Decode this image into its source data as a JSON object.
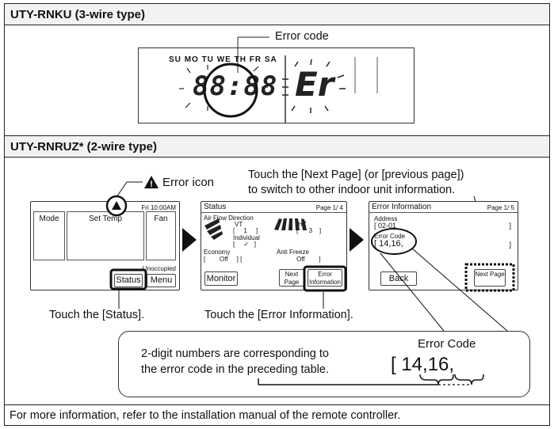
{
  "section1": {
    "title": "UTY-RNKU (3-wire type)",
    "error_code_label": "Error code",
    "days": [
      "SU",
      "MO",
      "TU",
      "WE",
      "TH",
      "FR",
      "SA"
    ],
    "digits": "88:88",
    "error_text": "Er"
  },
  "section2": {
    "title": "UTY-RNRUZ* (2-wire type)",
    "error_icon_label": "Error icon",
    "next_page_note_line1": "Touch the [Next Page] (or [previous page])",
    "next_page_note_line2": "to switch to other indoor unit information.",
    "screen1": {
      "time": "Fri 10:00AM",
      "mode": "Mode",
      "set_temp": "Set Temp",
      "fan": "Fan",
      "unoccupied": "Unoccupied",
      "status": "Status",
      "menu": "Menu"
    },
    "screen2": {
      "title": "Status",
      "page": "Page 1/ 4",
      "air_flow": "Air Flow Direction",
      "vt": "VT",
      "hz": "HZ",
      "individual": "Individual",
      "vt_val": "1",
      "hz_val": "3",
      "check": "✓",
      "economy": "Economy",
      "anti_freeze": "Anti Freeze",
      "off1": "Off",
      "off2": "Off",
      "monitor": "Monitor",
      "next_page": "Next Page",
      "error_information": "Error Information"
    },
    "screen3": {
      "title": "Error Information",
      "page": "Page 1/ 5",
      "address": "Address",
      "address_val": "[ 02-01",
      "error_code": "Error Code",
      "error_code_val": "[ 14,16,",
      "back": "Back",
      "next_page": "Next Page"
    },
    "caption_status": "Touch the [Status].",
    "caption_error": "Touch the [Error Information].",
    "callout_line1": "2-digit numbers are corresponding to",
    "callout_line2": "the error code in the preceding table.",
    "callout_error_code_label": "Error Code",
    "callout_error_code_value": "[ 14,16,"
  },
  "footer": "For more information, refer to the installation manual of the remote controller."
}
